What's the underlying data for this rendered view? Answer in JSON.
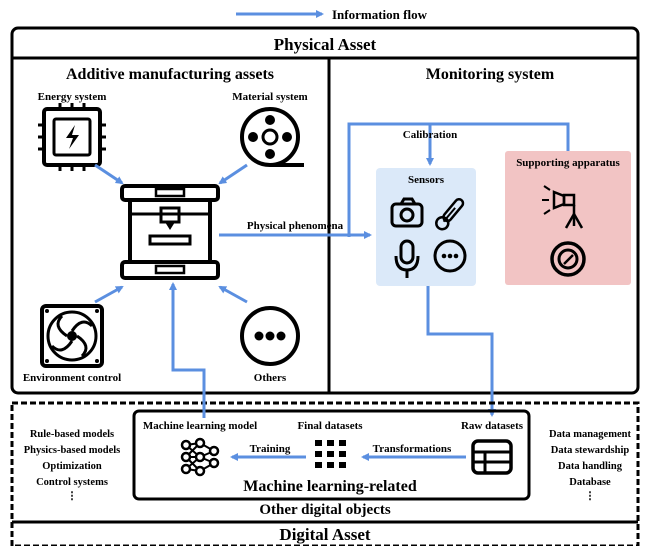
{
  "legend": {
    "label": "Information flow",
    "color": "#5b8fe0"
  },
  "physical": {
    "title": "Physical Asset",
    "am": {
      "title": "Additive manufacturing assets",
      "energy": "Energy system",
      "material": "Material system",
      "environment": "Environment control",
      "others": "Others"
    },
    "monitoring": {
      "title": "Monitoring system",
      "calibration": "Calibration",
      "sensors": "Sensors",
      "supporting": "Supporting apparatus",
      "phenomena": "Physical phenomena"
    }
  },
  "digital": {
    "title": "Digital Asset",
    "other_objects": "Other digital objects",
    "ml": {
      "title": "Machine learning-related",
      "model": "Machine learning model",
      "final": "Final datasets",
      "raw": "Raw datasets",
      "training": "Training",
      "transformations": "Transformations"
    },
    "left_list": [
      "Rule-based models",
      "Physics-based models",
      "Optimization",
      "Control systems",
      "⋮"
    ],
    "right_list": [
      "Data management",
      "Data stewardship",
      "Data handling",
      "Database",
      "⋮"
    ]
  },
  "colors": {
    "sensor_fill": "#dbe9f9",
    "apparatus_fill": "#f2c4c4",
    "flow": "#5b8fe0"
  },
  "icons": [
    "chip-icon",
    "filament-spool-icon",
    "3d-printer-icon",
    "fan-icon",
    "more-icon",
    "camera-icon",
    "thermometer-icon",
    "microphone-icon",
    "spotlight-icon",
    "lens-icon",
    "neural-network-icon",
    "grid-icon",
    "table-icon"
  ]
}
